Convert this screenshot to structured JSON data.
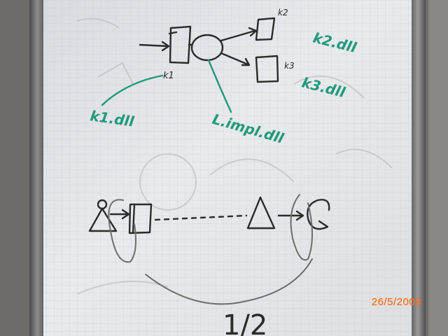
{
  "photo": {
    "date_stamp": "26/5/2008",
    "stamp_color": "#ff6a1a",
    "handwriting": {
      "ink_black": "#2b2b2b",
      "ink_green": "#1f9a7a",
      "labels_green": [
        "k1.dll",
        "k2.dll",
        "k3.dll",
        "L.impl.dll"
      ],
      "labels_black": [
        "k1",
        "k2",
        "k3",
        "1/2"
      ]
    }
  }
}
